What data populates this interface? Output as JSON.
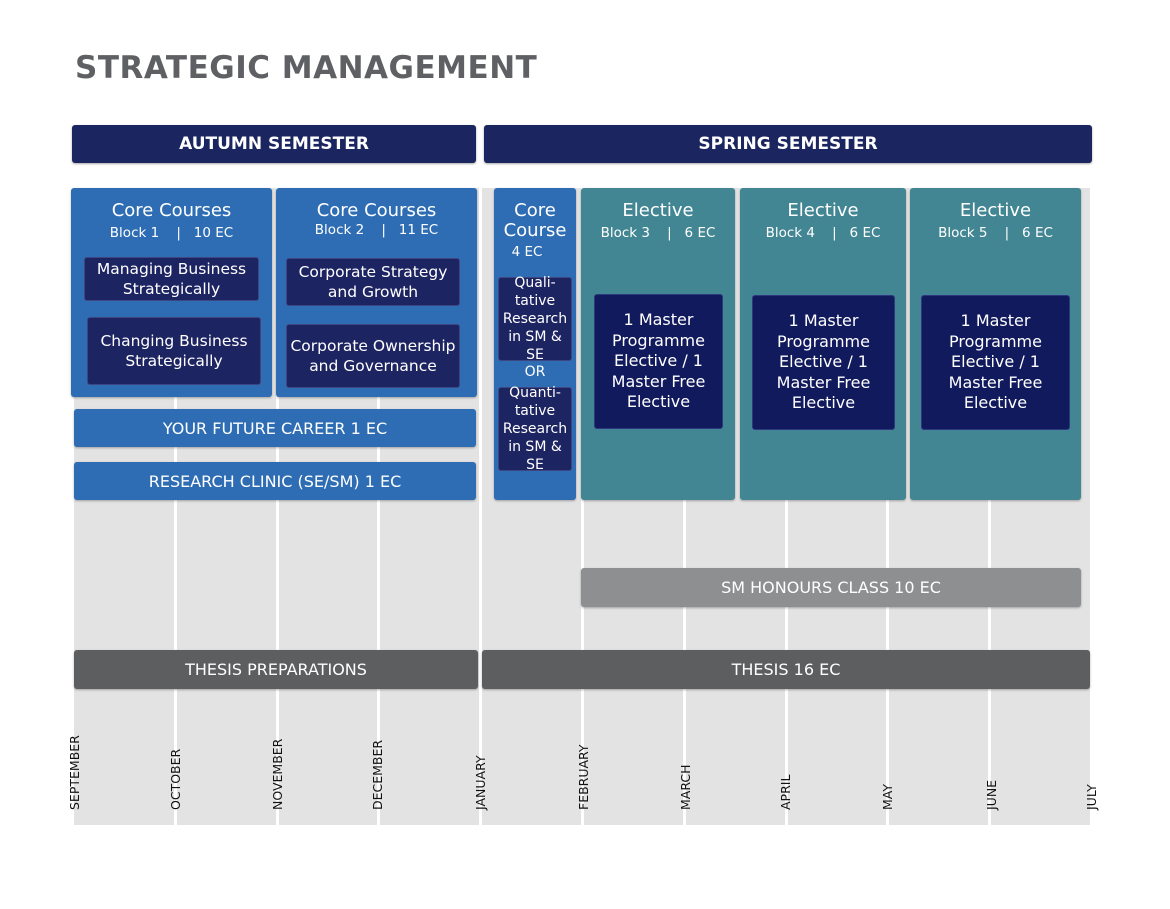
{
  "title": "STRATEGIC MANAGEMENT",
  "semesters": {
    "autumn": "AUTUMN SEMESTER",
    "spring": "SPRING SEMESTER"
  },
  "blocks": {
    "b1": {
      "header": "Core Courses",
      "sub": "Block 1    |   10 EC",
      "courses": [
        "Managing Business Strategically",
        "Changing Business Strategically"
      ]
    },
    "b2": {
      "header": "Core Courses",
      "sub": "Block 2    |   11 EC",
      "courses": [
        "Corporate Strategy and Growth",
        "Corporate Ownership and Governance"
      ]
    },
    "core": {
      "header_line1": "Core",
      "header_line2": "Course",
      "sub": "4 EC",
      "option1": "Quali- tative Research in SM & SE",
      "or": "OR",
      "option2": "Quanti- tative Research in SM & SE"
    },
    "b3": {
      "header": "Elective",
      "sub": "Block 3    |   6 EC",
      "content": "1 Master Programme Elective / 1 Master Free Elective"
    },
    "b4": {
      "header": "Elective",
      "sub": "Block 4    |   6 EC",
      "content": "1 Master Programme Elective / 1 Master Free Elective"
    },
    "b5": {
      "header": "Elective",
      "sub": "Block 5    |   6 EC",
      "content": "1 Master Programme Elective / 1 Master Free Elective"
    }
  },
  "bars": {
    "career": "YOUR FUTURE CAREER 1 EC",
    "clinic": "RESEARCH CLINIC (SE/SM) 1 EC",
    "honours": "SM HONOURS CLASS 10 EC",
    "thesis_prep": "THESIS PREPARATIONS",
    "thesis": "THESIS 16 EC"
  },
  "months": [
    "SEPTEMBER",
    "OCTOBER",
    "NOVEMBER",
    "DECEMBER",
    "JANUARY",
    "FEBRUARY",
    "MARCH",
    "APRIL",
    "MAY",
    "JUNE",
    "JULY"
  ],
  "colors": {
    "navy": "#1b2560",
    "blue": "#2e6db4",
    "teal": "#428693",
    "grey": "#8e8f90",
    "darkgrey": "#5d5e60"
  }
}
